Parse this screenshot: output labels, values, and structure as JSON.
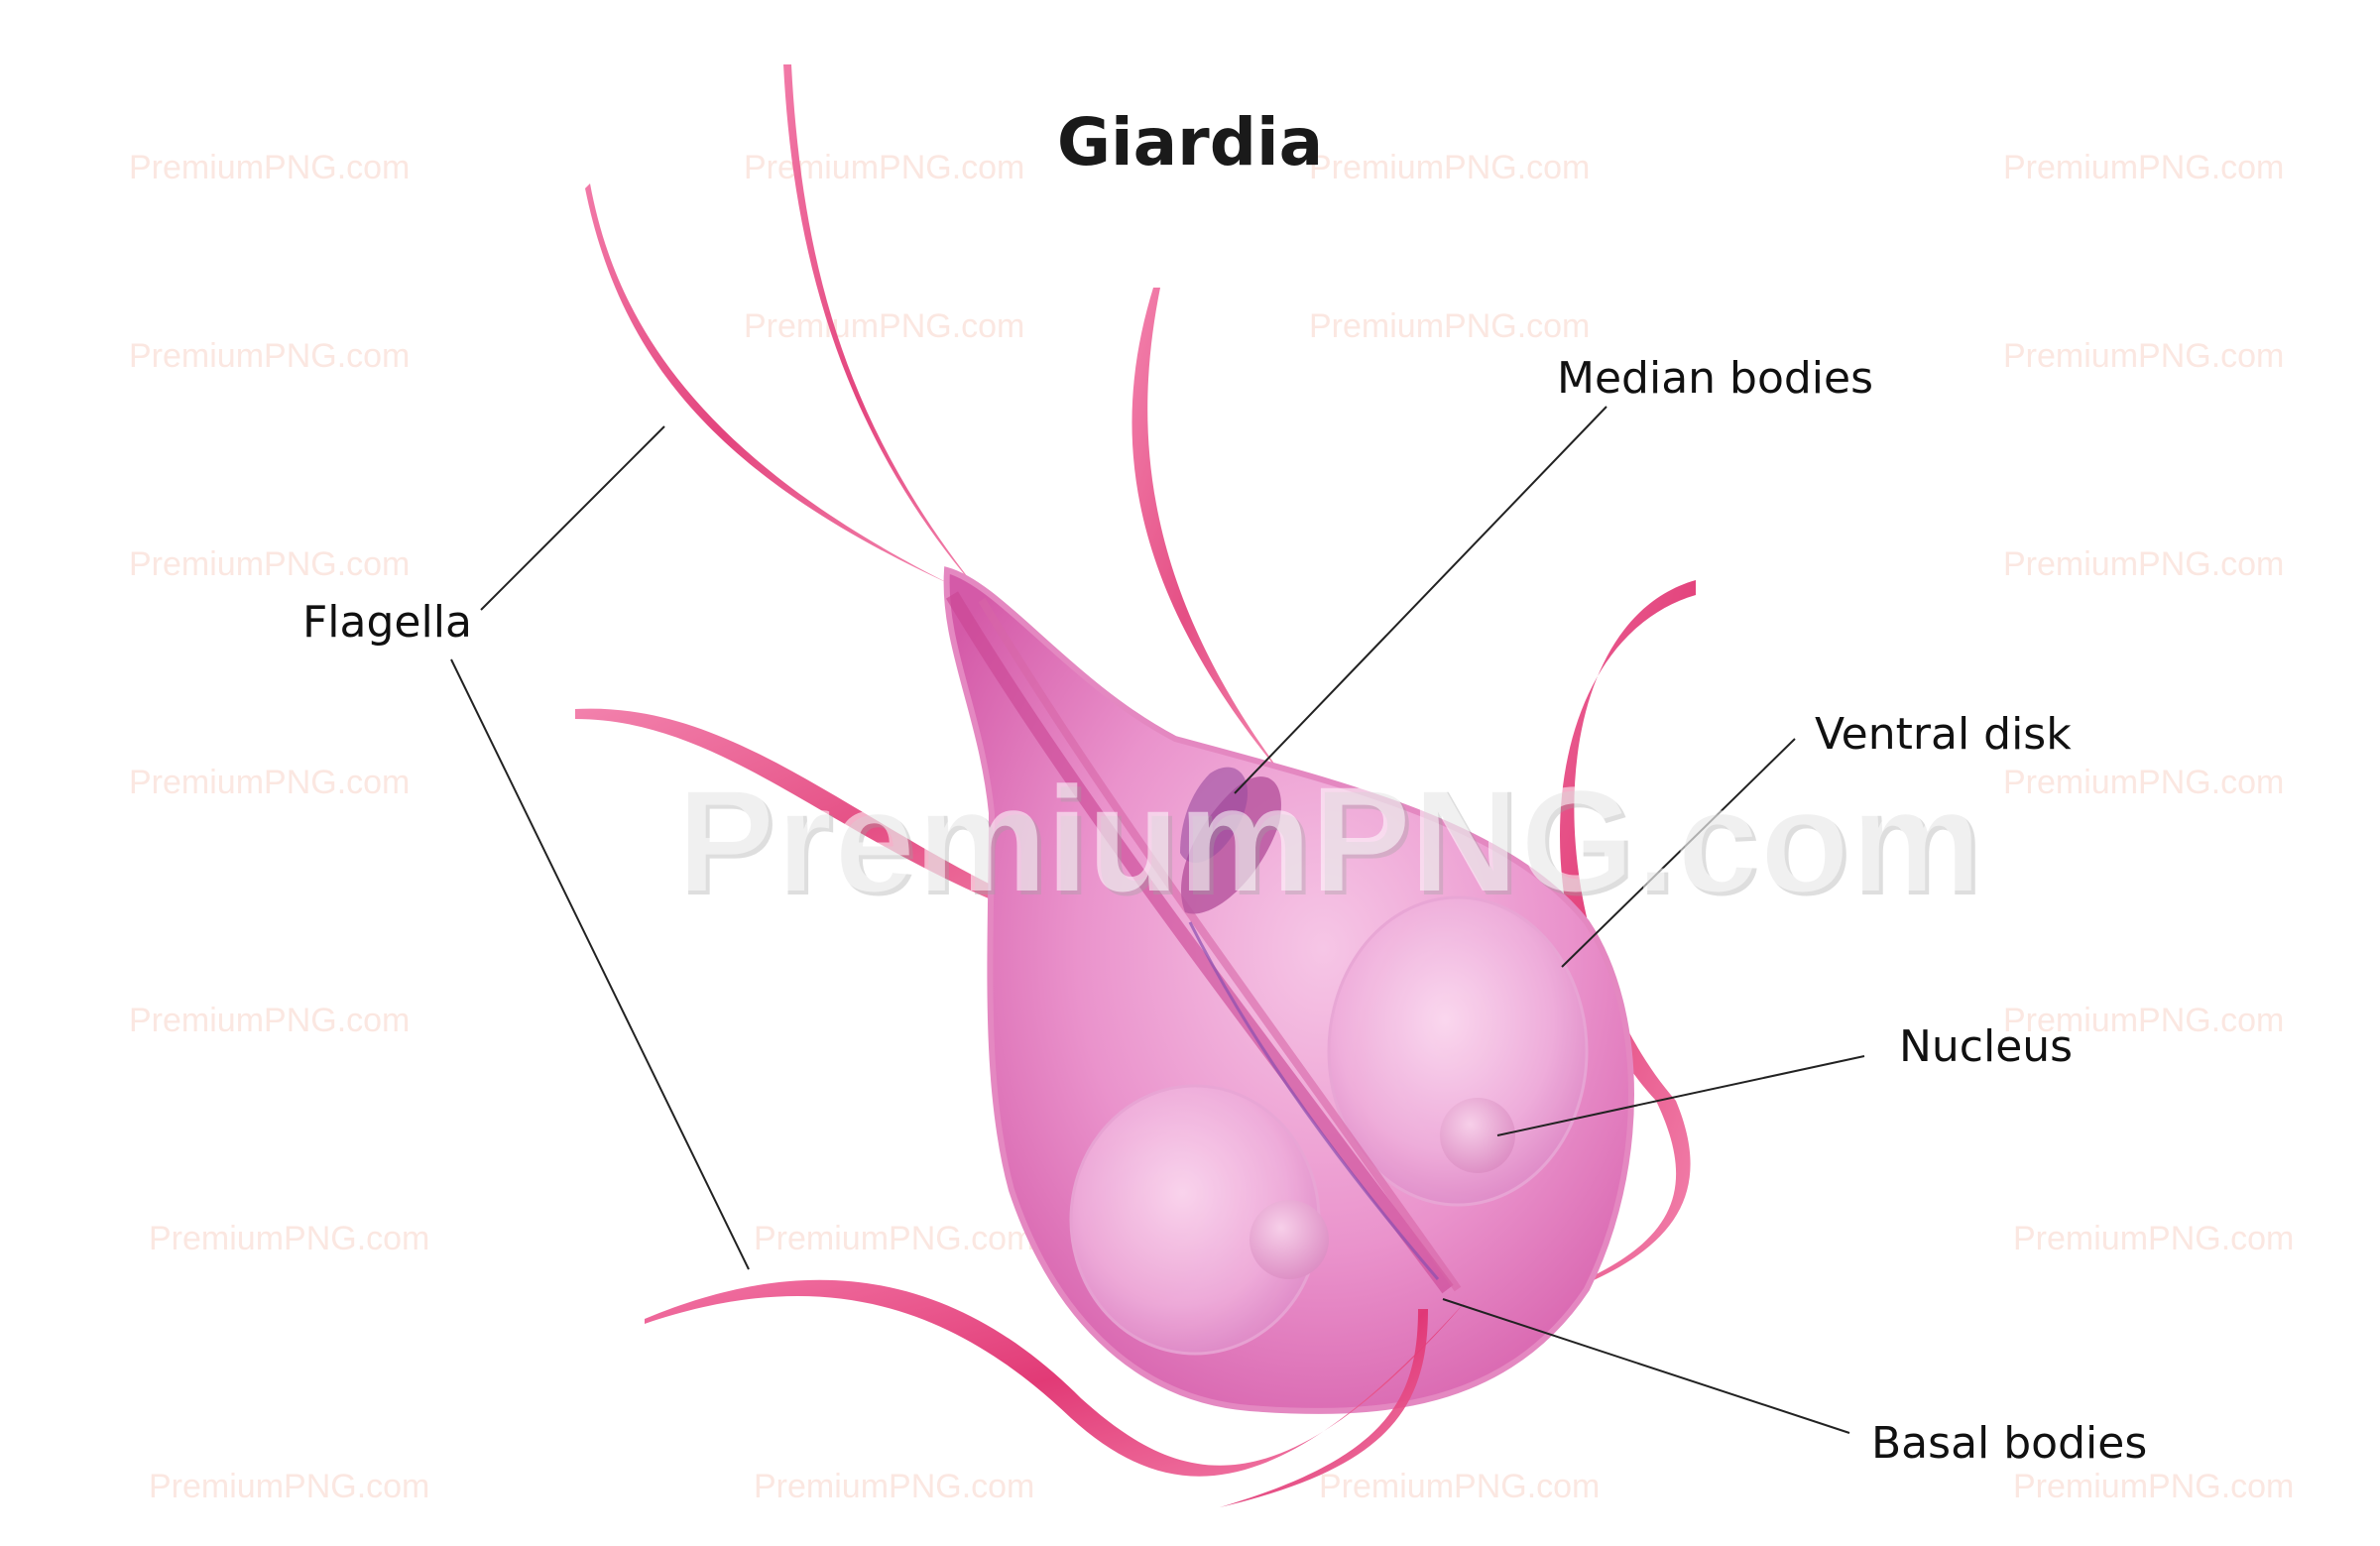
{
  "title": "Giardia",
  "labels": {
    "flagella": "Flagella",
    "median_bodies": "Median bodies",
    "ventral_disk": "Ventral disk",
    "nucleus": "Nucleus",
    "basal_bodies": "Basal bodies"
  },
  "watermark": "PremiumPNG.com",
  "colors": {
    "body": "#e98ac4",
    "flagella": "#e23a7b",
    "nucleus": "#f2b5dc",
    "leader_line": "#222222"
  }
}
